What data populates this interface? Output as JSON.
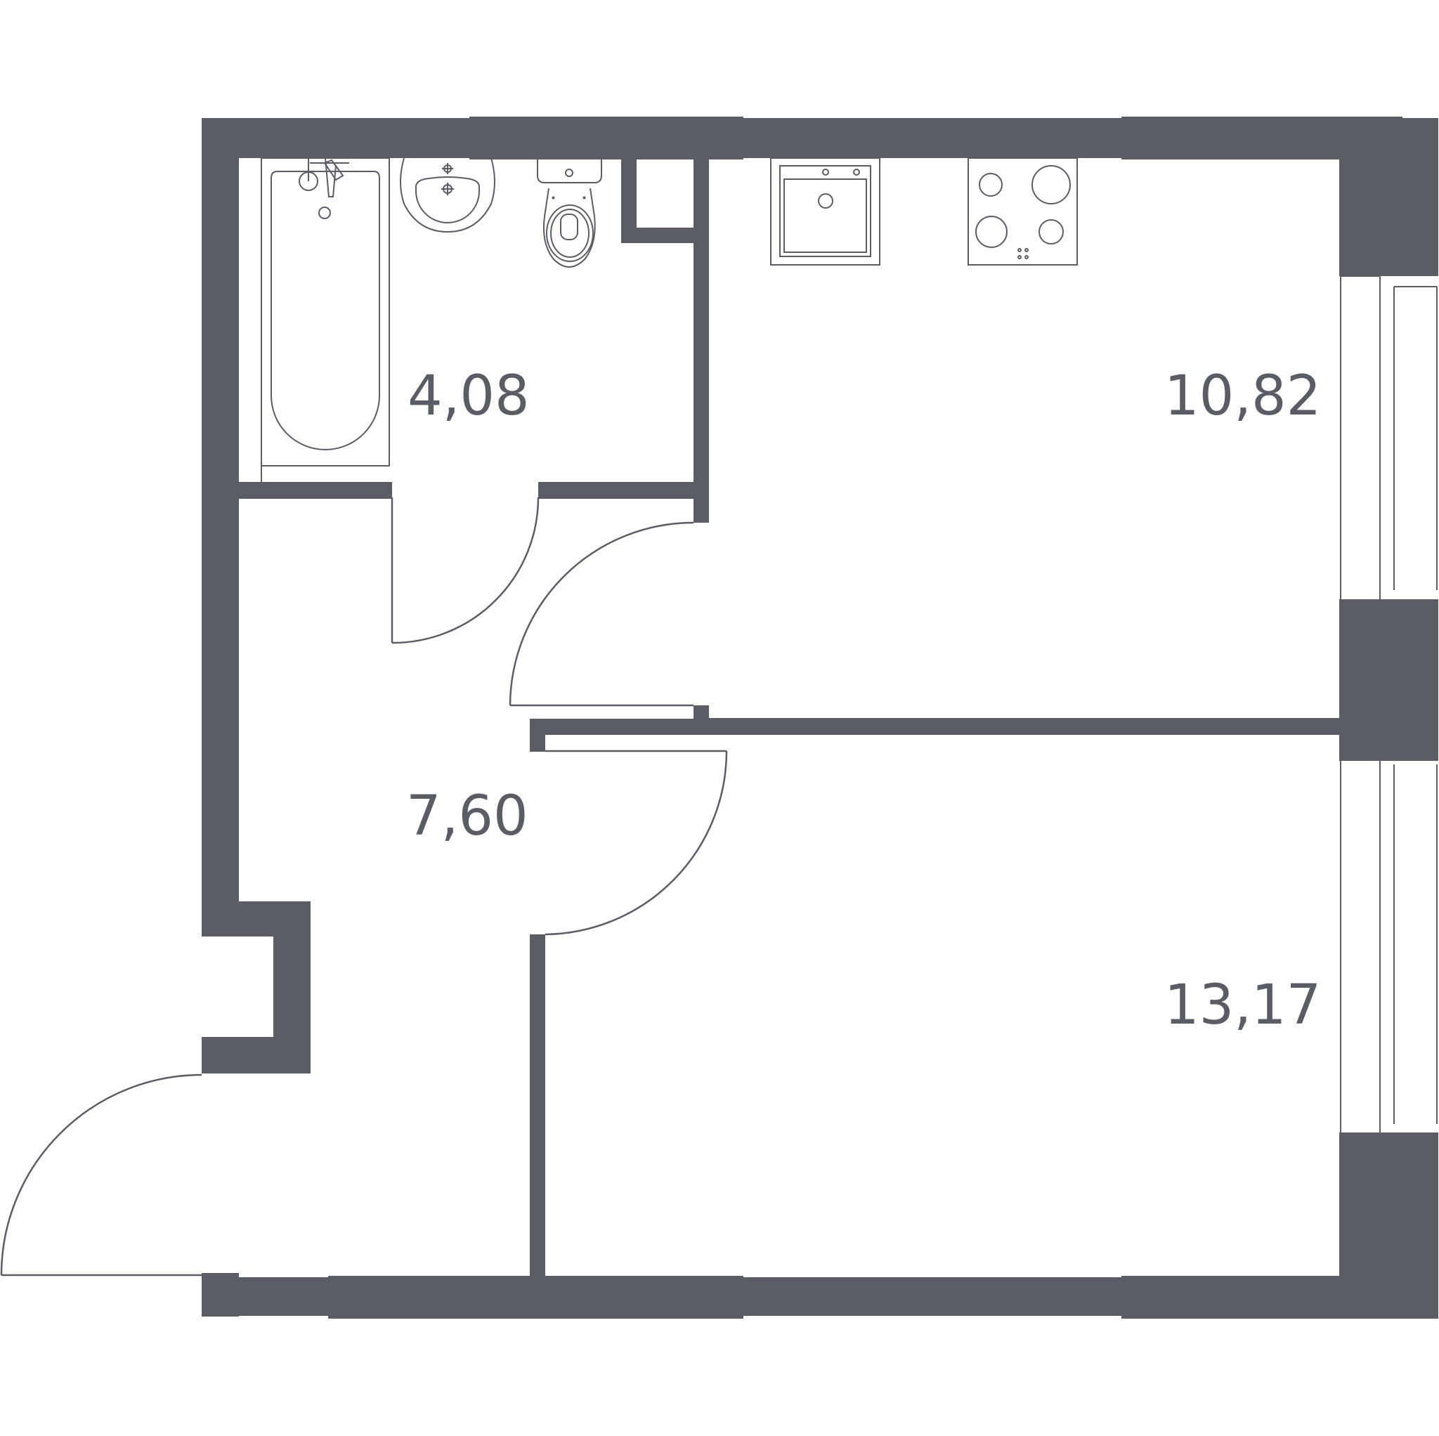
{
  "colors": {
    "wall": "#5a5d64",
    "line": "#5a5d64",
    "background": "#ffffff"
  },
  "rooms": [
    {
      "id": "bathroom",
      "area": "4,08"
    },
    {
      "id": "kitchen",
      "area": "10,82"
    },
    {
      "id": "hallway",
      "area": "7,60"
    },
    {
      "id": "bedroom",
      "area": "13,17"
    }
  ],
  "fixtures": [
    "bathtub",
    "washbasin",
    "toilet",
    "kitchen-sink",
    "cooktop"
  ]
}
